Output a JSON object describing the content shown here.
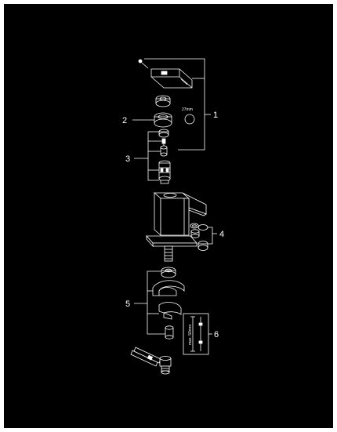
{
  "diagram": {
    "background": "#000000",
    "line_color": "#ffffff",
    "callouts": {
      "c1": "1",
      "c2": "2",
      "c3": "3",
      "c4": "4",
      "c5": "5",
      "c6": "6"
    },
    "annotations": {
      "wrench_size": "27mm",
      "dim_text": "max. 50mm"
    }
  }
}
